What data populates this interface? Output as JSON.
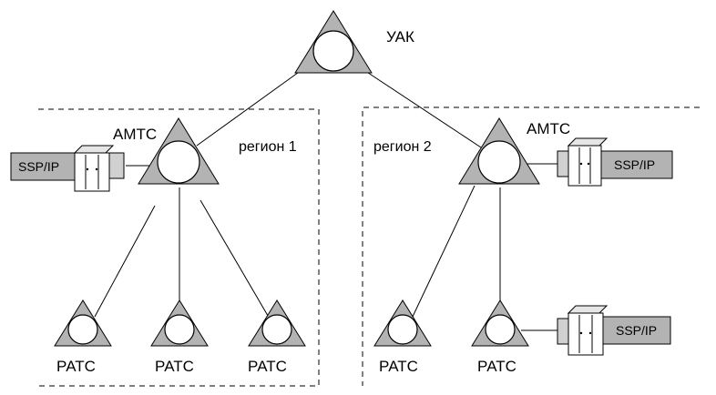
{
  "nodes": {
    "uak": {
      "label": "УАК"
    },
    "amts_1": {
      "label": "АМТС"
    },
    "amts_2": {
      "label": "АМТС"
    },
    "rats_1a": {
      "label": "РАТС"
    },
    "rats_1b": {
      "label": "РАТС"
    },
    "rats_1c": {
      "label": "РАТС"
    },
    "rats_2a": {
      "label": "РАТС"
    },
    "rats_2b": {
      "label": "РАТС"
    }
  },
  "regions": {
    "region_1": {
      "label": "регион 1"
    },
    "region_2": {
      "label": "регион 2"
    }
  },
  "servers": {
    "ssp_1": {
      "label": "SSP/IP"
    },
    "ssp_2": {
      "label": "SSP/IP"
    },
    "ssp_3": {
      "label": "SSP/IP"
    }
  },
  "colors": {
    "node_fill": "#b3b3b3",
    "line": "#000000",
    "background": "#ffffff"
  }
}
